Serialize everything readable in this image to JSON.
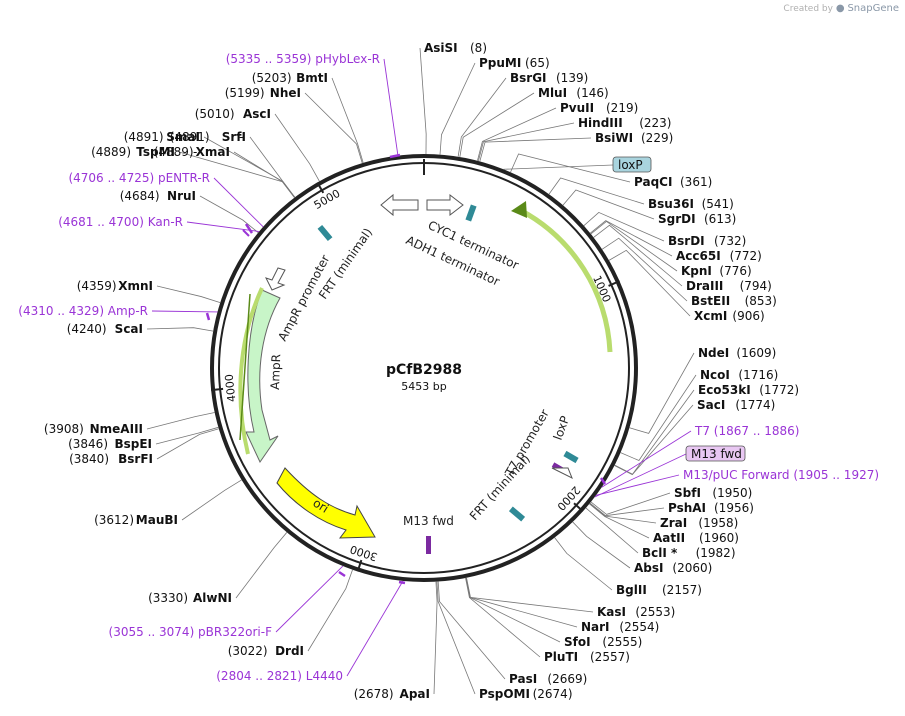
{
  "credit": {
    "prefix": "Created by",
    "brand": "SnapGene"
  },
  "plasmid": {
    "name": "pCfB2988",
    "size_label": "5453 bp",
    "length": 5453
  },
  "ticks": [
    {
      "bp": 1000,
      "label": "1000"
    },
    {
      "bp": 2000,
      "label": "2000"
    },
    {
      "bp": 3000,
      "label": "3000"
    },
    {
      "bp": 4000,
      "label": "4000"
    },
    {
      "bp": 5000,
      "label": "5000"
    }
  ],
  "sites_right": [
    {
      "name": "AsiSI",
      "pos": "(8)",
      "bp": 8
    },
    {
      "name": "PpuMI",
      "pos": "(65)",
      "bp": 65
    },
    {
      "name": "BsrGI",
      "pos": "(139)",
      "bp": 139
    },
    {
      "name": "MluI",
      "pos": "(146)",
      "bp": 146
    },
    {
      "name": "PvuII",
      "pos": "(219)",
      "bp": 219
    },
    {
      "name": "HindIII",
      "pos": "(223)",
      "bp": 223
    },
    {
      "name": "BsiWI",
      "pos": "(229)",
      "bp": 229
    },
    {
      "name": "PaqCI",
      "pos": "(361)",
      "bp": 361
    },
    {
      "name": "Bsu36I",
      "pos": "(541)",
      "bp": 541
    },
    {
      "name": "SgrDI",
      "pos": "(613)",
      "bp": 613
    },
    {
      "name": "BsrDI",
      "pos": "(732)",
      "bp": 732
    },
    {
      "name": "Acc65I",
      "pos": "(772)",
      "bp": 772
    },
    {
      "name": "KpnI",
      "pos": "(776)",
      "bp": 776
    },
    {
      "name": "DraIII",
      "pos": "(794)",
      "bp": 794
    },
    {
      "name": "BstEII",
      "pos": "(853)",
      "bp": 853
    },
    {
      "name": "XcmI",
      "pos": "(906)",
      "bp": 906
    },
    {
      "name": "NdeI",
      "pos": "(1609)",
      "bp": 1609
    },
    {
      "name": "NcoI",
      "pos": "(1716)",
      "bp": 1716
    },
    {
      "name": "Eco53kI",
      "pos": "(1772)",
      "bp": 1772
    },
    {
      "name": "SacI",
      "pos": "(1774)",
      "bp": 1774
    },
    {
      "name": "SbfI",
      "pos": "(1950)",
      "bp": 1950
    },
    {
      "name": "PshAI",
      "pos": "(1956)",
      "bp": 1956
    },
    {
      "name": "ZraI",
      "pos": "(1958)",
      "bp": 1958
    },
    {
      "name": "AatII",
      "pos": "(1960)",
      "bp": 1960
    },
    {
      "name": "BclI *",
      "pos": "(1982)",
      "bp": 1982
    },
    {
      "name": "AbsI",
      "pos": "(2060)",
      "bp": 2060
    },
    {
      "name": "BglII",
      "pos": "(2157)",
      "bp": 2157
    },
    {
      "name": "KasI",
      "pos": "(2553)",
      "bp": 2553
    },
    {
      "name": "NarI",
      "pos": "(2554)",
      "bp": 2554
    },
    {
      "name": "SfoI",
      "pos": "(2555)",
      "bp": 2555
    },
    {
      "name": "PluTI",
      "pos": "(2557)",
      "bp": 2557
    },
    {
      "name": "PasI",
      "pos": "(2669)",
      "bp": 2669
    },
    {
      "name": "PspOMI",
      "pos": "(2674)",
      "bp": 2674
    }
  ],
  "sites_left": [
    {
      "name": "ApaI",
      "pos": "(2678)",
      "bp": 2678
    },
    {
      "name": "DrdI",
      "pos": "(3022)",
      "bp": 3022
    },
    {
      "name": "AlwNI",
      "pos": "(3330)",
      "bp": 3330
    },
    {
      "name": "MauBI",
      "pos": "(3612)",
      "bp": 3612
    },
    {
      "name": "BsrFI",
      "pos": "(3840)",
      "bp": 3840
    },
    {
      "name": "BspEI",
      "pos": "(3846)",
      "bp": 3846
    },
    {
      "name": "NmeAIII",
      "pos": "(3908)",
      "bp": 3908
    },
    {
      "name": "ScaI",
      "pos": "(4240)",
      "bp": 4240
    },
    {
      "name": "XmnI",
      "pos": "(4359)",
      "bp": 4359
    },
    {
      "name": "NruI",
      "pos": "(4684)",
      "bp": 4684
    },
    {
      "name": "XmaI",
      "pos": "(4889)",
      "bp": 4889
    },
    {
      "name": "TspMI",
      "pos": "(4889)",
      "bp": 4889
    },
    {
      "name": "SrfI",
      "pos": "(4891)",
      "bp": 4891
    },
    {
      "name": "SmaI",
      "pos": "(4891)",
      "bp": 4891
    },
    {
      "name": "AscI",
      "pos": "(5010)",
      "bp": 5010
    },
    {
      "name": "NheI",
      "pos": "(5199)",
      "bp": 5199
    },
    {
      "name": "BmtI",
      "pos": "(5203)",
      "bp": 5203
    }
  ],
  "primers": [
    {
      "range": "(1867 .. 1886)",
      "name": "T7",
      "bp": 1876
    },
    {
      "range": "(1905 .. 1927)",
      "name": "M13/pUC Forward",
      "bp": 1916
    },
    {
      "range": "(2804 .. 2821)",
      "name": "L4440",
      "bp": 2812
    },
    {
      "range": "(3055 .. 3074)",
      "name": "pBR322ori-F",
      "bp": 3064
    },
    {
      "range": "(4310 .. 4329)",
      "name": "Amp-R",
      "bp": 4320
    },
    {
      "range": "(4681 .. 4700)",
      "name": "Kan-R",
      "bp": 4690
    },
    {
      "range": "(4706 .. 4725)",
      "name": "pENTR-R",
      "bp": 4715
    },
    {
      "range": "(5335 .. 5359)",
      "name": "pHybLex-R",
      "bp": 5347
    }
  ],
  "boxed_features": [
    {
      "name": "loxP",
      "bp": 330
    },
    {
      "name": "M13 fwd",
      "bp": 1925
    }
  ],
  "map_features": [
    {
      "name": "CYC1 terminator"
    },
    {
      "name": "ADH1 terminator"
    },
    {
      "name": "FRT (minimal)"
    },
    {
      "name": "AmpR promoter"
    },
    {
      "name": "AmpR"
    },
    {
      "name": "ori"
    },
    {
      "name": "M13 fwd"
    },
    {
      "name": "FRT (minimal)"
    },
    {
      "name": "T7 promoter"
    },
    {
      "name": "loxP"
    }
  ],
  "colors": {
    "backbone": "#222222",
    "primer": "#9a34d6",
    "green_arrow": "#b9dc6e",
    "amp_fill": "#c8f5c8",
    "ori_fill": "#ffff00",
    "frt_fill": "#2f8a96",
    "loxp_box": "#a9d4de",
    "m13_box": "#e8c7f2"
  }
}
